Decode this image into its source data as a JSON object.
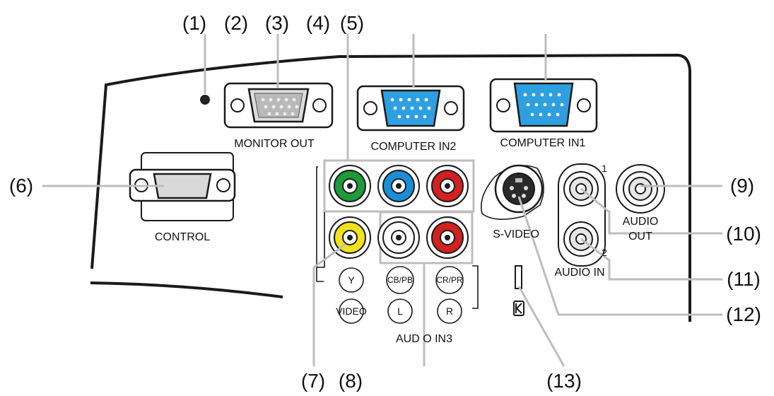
{
  "callouts": {
    "c1": "(1)",
    "c2": "(2)",
    "c3": "(3)",
    "c4": "(4)",
    "c5": "(5)",
    "c6": "(6)",
    "c7": "(7)",
    "c8": "(8)",
    "c9": "(9)",
    "c10": "(10)",
    "c11": "(11)",
    "c12": "(12)",
    "c13": "(13)"
  },
  "ports": {
    "monitor_out": "MONITOR OUT",
    "computer_in2": "COMPUTER IN2",
    "computer_in1": "COMPUTER IN1",
    "control": "CONTROL",
    "s_video": "S-VIDEO",
    "audio_out_line1": "AUDIO",
    "audio_out_line2": "OUT",
    "audio_in": "AUDIO IN",
    "audio_in_1": "1",
    "audio_in_2": "2",
    "audio_in3": "AUD O IN3"
  },
  "jack_glyphs": {
    "y": "Y",
    "cb_pb": "CB/PB",
    "cr_pr": "CR/PR",
    "video": "VIDEO",
    "l": "L",
    "r": "R"
  },
  "colors": {
    "green_jack": "#1e9a3a",
    "blue_jack": "#1a8fd6",
    "red_jack": "#d42020",
    "yellow_jack": "#f2e21a",
    "white_jack": "#ffffff",
    "vga_blue": "#2e9fe0",
    "leader_gray": "#bdbdbd"
  }
}
